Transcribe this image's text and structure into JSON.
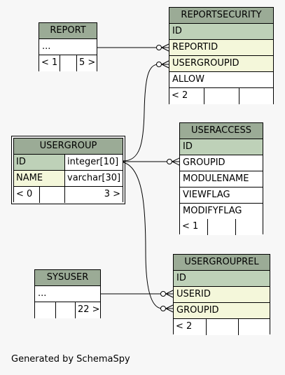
{
  "tables": {
    "report": {
      "name": "REPORT",
      "rows": [
        "..."
      ],
      "footer": {
        "left": "< 1",
        "right": "5 >"
      }
    },
    "reportsecurity": {
      "name": "REPORTSECURITY",
      "rows": [
        "ID",
        "REPORTID",
        "USERGROUPID",
        "ALLOW"
      ],
      "footer": {
        "left": "< 2"
      }
    },
    "usergroup": {
      "name": "USERGROUP",
      "rows": [
        {
          "col": "ID",
          "type": "integer[10]"
        },
        {
          "col": "NAME",
          "type": "varchar[30]"
        }
      ],
      "footer": {
        "left": "< 0",
        "right": "3 >"
      }
    },
    "useraccess": {
      "name": "USERACCESS",
      "rows": [
        "ID",
        "GROUPID",
        "MODULENAME",
        "VIEWFLAG",
        "MODIFYFLAG"
      ],
      "footer": {
        "left": "< 1"
      }
    },
    "sysuser": {
      "name": "SYSUSER",
      "rows": [
        "..."
      ],
      "footer": {
        "right": "22 >"
      }
    },
    "usergrouprel": {
      "name": "USERGROUPREL",
      "rows": [
        "ID",
        "USERID",
        "GROUPID"
      ],
      "footer": {
        "left": "< 2"
      }
    }
  },
  "generated_by": "Generated by SchemaSpy",
  "colors": {
    "header": "#9bab96",
    "primary_key": "#bed1b8",
    "foreign_key": "#f4f7da",
    "background": "#f7f7f7"
  }
}
